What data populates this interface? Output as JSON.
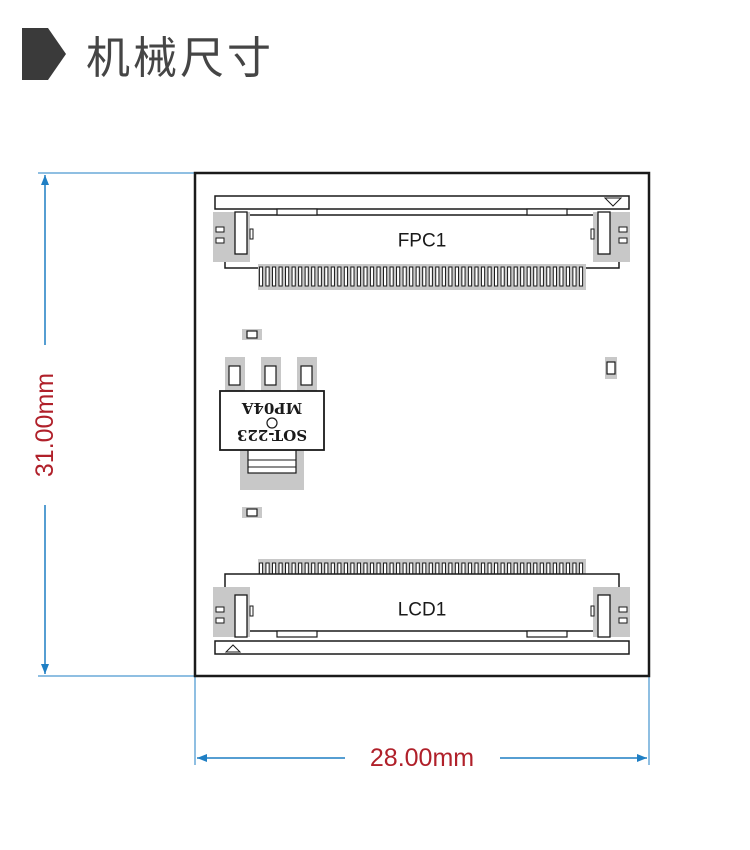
{
  "header": {
    "title": "机械尺寸",
    "icon": "pentagon-arrow-icon"
  },
  "board": {
    "connector_top_label": "FPC1",
    "connector_bottom_label": "LCD1",
    "regulator_package": "SOT-223",
    "regulator_marking": "MP04A",
    "connector_pin_count": 50
  },
  "dimensions": {
    "height_label": "31.00mm",
    "width_label": "28.00mm"
  },
  "colors": {
    "dimension_line": "#1f7fc4",
    "dimension_text": "#b0202a",
    "board_outline": "#1a1a1a",
    "pad_shade": "#c8c8c8",
    "title_text": "#454545",
    "header_icon": "#3a3a3a"
  }
}
